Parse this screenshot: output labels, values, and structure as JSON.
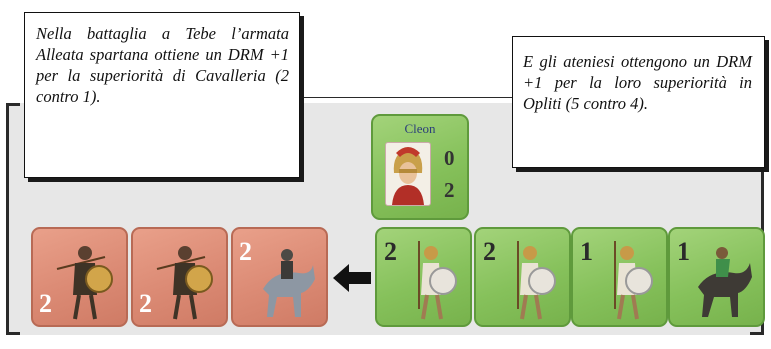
{
  "callouts": {
    "left": "Nella battaglia a Tebe l’armata Alleata spartana ottiene un DRM +1 per la superiorità di Cavalleria (2 contro 1).",
    "right": "E gli ateniesi ottengono un DRM +1 per la loro superiorità in Opliti (5 contro 4)."
  },
  "leader": {
    "name": "Cleon",
    "top_value": "0",
    "bottom_value": "2"
  },
  "spartan_units": [
    {
      "strength": "2",
      "type": "hoplite"
    },
    {
      "strength": "2",
      "type": "hoplite"
    },
    {
      "strength": "2",
      "type": "cavalry"
    }
  ],
  "athenian_units": [
    {
      "strength": "2",
      "type": "hoplite"
    },
    {
      "strength": "2",
      "type": "hoplite"
    },
    {
      "strength": "1",
      "type": "hoplite"
    },
    {
      "strength": "1",
      "type": "cavalry"
    }
  ],
  "arrow": {
    "direction": "left",
    "icon": "arrow-left-icon"
  },
  "colors": {
    "athenian_counter": "#86c15b",
    "spartan_counter": "#db8a74",
    "panel": "#e7e7e7"
  }
}
